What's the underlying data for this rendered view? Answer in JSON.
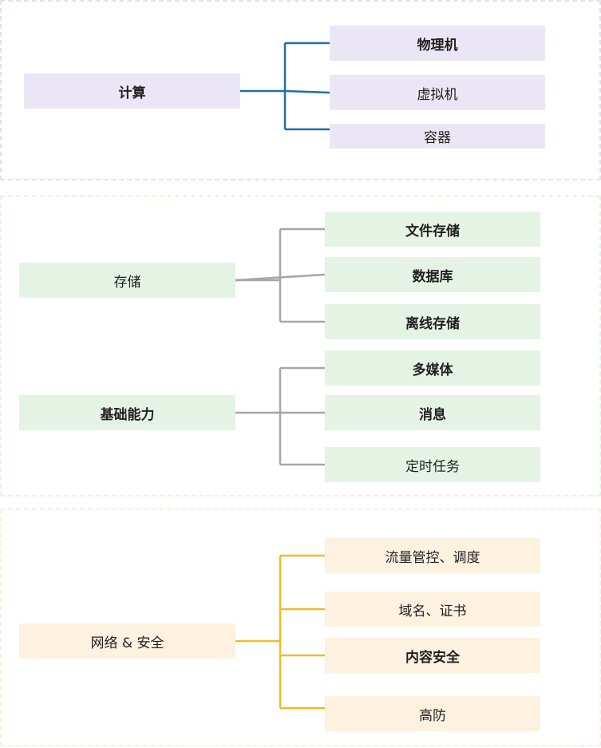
{
  "colors": {
    "compute_fill": "#ebe6f5",
    "compute_line": "#1f6fb0",
    "compute_border": "#e3e1f1",
    "storage_fill": "#e5f3e4",
    "storage_line": "#a6a6a6",
    "storage_border": "#e6f2e4",
    "network_fill": "#fdf2e0",
    "network_line": "#f4b927",
    "network_border": "#fbefdd"
  },
  "compute": {
    "root": "计算",
    "children": [
      "物理机",
      "虚拟机",
      "容器"
    ]
  },
  "storage": {
    "root": "存储",
    "children": [
      "文件存储",
      "数据库",
      "离线存储"
    ]
  },
  "basic": {
    "root": "基础能力",
    "children": [
      "多媒体",
      "消息",
      "定时任务"
    ]
  },
  "network": {
    "root": "网络 & 安全",
    "children": [
      "流量管控、调度",
      "域名、证书",
      "内容安全",
      "高防"
    ]
  }
}
